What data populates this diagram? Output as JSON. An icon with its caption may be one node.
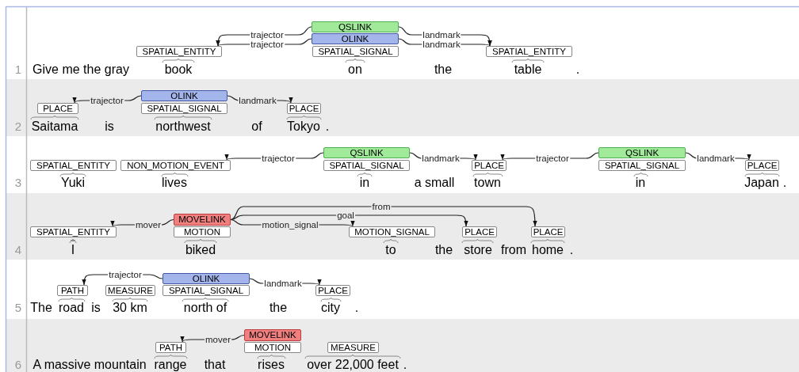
{
  "diagram": {
    "nodes": [
      {
        "text": [
          "QSLINK"
        ]
      },
      {
        "text": [
          "OLINK"
        ]
      },
      {
        "text": [
          "SPATIAL_ENTITY"
        ]
      },
      {
        "text": [
          "SPATIAL_SIGNAL"
        ]
      },
      {
        "text": [
          "SPATIAL_ENTITY"
        ]
      },
      {
        "text": [
          "OLINK"
        ]
      },
      {
        "text": [
          "PLACE"
        ]
      },
      {
        "text": [
          "SPATIAL_SIGNAL"
        ]
      },
      {
        "text": [
          "PLACE"
        ]
      },
      {
        "text": [
          "QSLINK"
        ]
      },
      {
        "text": [
          "QSLINK"
        ]
      },
      {
        "text": [
          "SPATIAL_ENTITY"
        ]
      },
      {
        "text": [
          "NON_MOTION_EVENT"
        ]
      },
      {
        "text": [
          "SPATIAL_SIGNAL"
        ]
      },
      {
        "text": [
          "PLACE"
        ]
      },
      {
        "text": [
          "SPATIAL_SIGNAL"
        ]
      },
      {
        "text": [
          "PLACE"
        ]
      },
      {
        "text": [
          "MOVELINK"
        ]
      },
      {
        "text": [
          "SPATIAL_ENTITY"
        ]
      },
      {
        "text": [
          "MOTION"
        ]
      },
      {
        "text": [
          "MOTION_SIGNAL"
        ]
      },
      {
        "text": [
          "PLACE"
        ]
      },
      {
        "text": [
          "PLACE"
        ]
      },
      {
        "text": [
          "OLINK"
        ]
      },
      {
        "text": [
          "PATH"
        ]
      },
      {
        "text": [
          "MEASURE"
        ]
      },
      {
        "text": [
          "SPATIAL_SIGNAL"
        ]
      },
      {
        "text": [
          "PLACE"
        ]
      },
      {
        "text": [
          "MOVELINK"
        ]
      },
      {
        "text": [
          "PATH"
        ]
      },
      {
        "text": [
          "MOTION"
        ]
      },
      {
        "text": [
          "MEASURE"
        ]
      }
    ],
    "edges": [
      {
        "from": 0,
        "to": 2,
        "arrow": "to",
        "label": "trajector"
      },
      {
        "from": 1,
        "to": 2,
        "arrow": "to",
        "label": "trajector"
      },
      {
        "from": 0,
        "to": 4,
        "arrow": "to",
        "label": "landmark"
      },
      {
        "from": 1,
        "to": 4,
        "arrow": "to",
        "label": "landmark"
      },
      {
        "from": 5,
        "to": 6,
        "arrow": "to",
        "label": "trajector"
      },
      {
        "from": 5,
        "to": 8,
        "arrow": "to",
        "label": "landmark"
      },
      {
        "from": 9,
        "to": 12,
        "arrow": "to",
        "label": "trajector"
      },
      {
        "from": 9,
        "to": 14,
        "arrow": "to",
        "label": "landmark"
      },
      {
        "from": 10,
        "to": 14,
        "arrow": "to",
        "label": "trajector"
      },
      {
        "from": 10,
        "to": 16,
        "arrow": "to",
        "label": "landmark"
      },
      {
        "from": 17,
        "to": 18,
        "arrow": "to",
        "label": "mover"
      },
      {
        "from": 17,
        "to": 22,
        "arrow": "to",
        "label": "from"
      },
      {
        "from": 17,
        "to": 21,
        "arrow": "to",
        "label": "goal"
      },
      {
        "from": 17,
        "to": 20,
        "arrow": "to",
        "label": "motion_signal"
      },
      {
        "from": 23,
        "to": 24,
        "arrow": "to",
        "label": "trajector"
      },
      {
        "from": 23,
        "to": 27,
        "arrow": "to",
        "label": "landmark"
      },
      {
        "from": 28,
        "to": 29,
        "arrow": "to",
        "label": "mover"
      }
    ],
    "labels": [
      "1",
      "Give me the gray",
      "book",
      "on",
      "the",
      "table",
      ".",
      "2",
      "Saitama",
      "is",
      "northwest",
      "of",
      "Tokyo",
      ".",
      "3",
      "Yuki",
      "lives",
      "in",
      "a small",
      "town",
      "in",
      "Japan",
      ".",
      "4",
      "I",
      "biked",
      "to",
      "the",
      "store",
      "from",
      "home",
      ".",
      "5",
      "The",
      "road",
      "is",
      "30 km",
      "north of",
      "the",
      "city",
      ".",
      "6",
      "A massive mountain",
      "range",
      "that",
      "rises",
      "over 22,000 feet",
      "."
    ]
  }
}
